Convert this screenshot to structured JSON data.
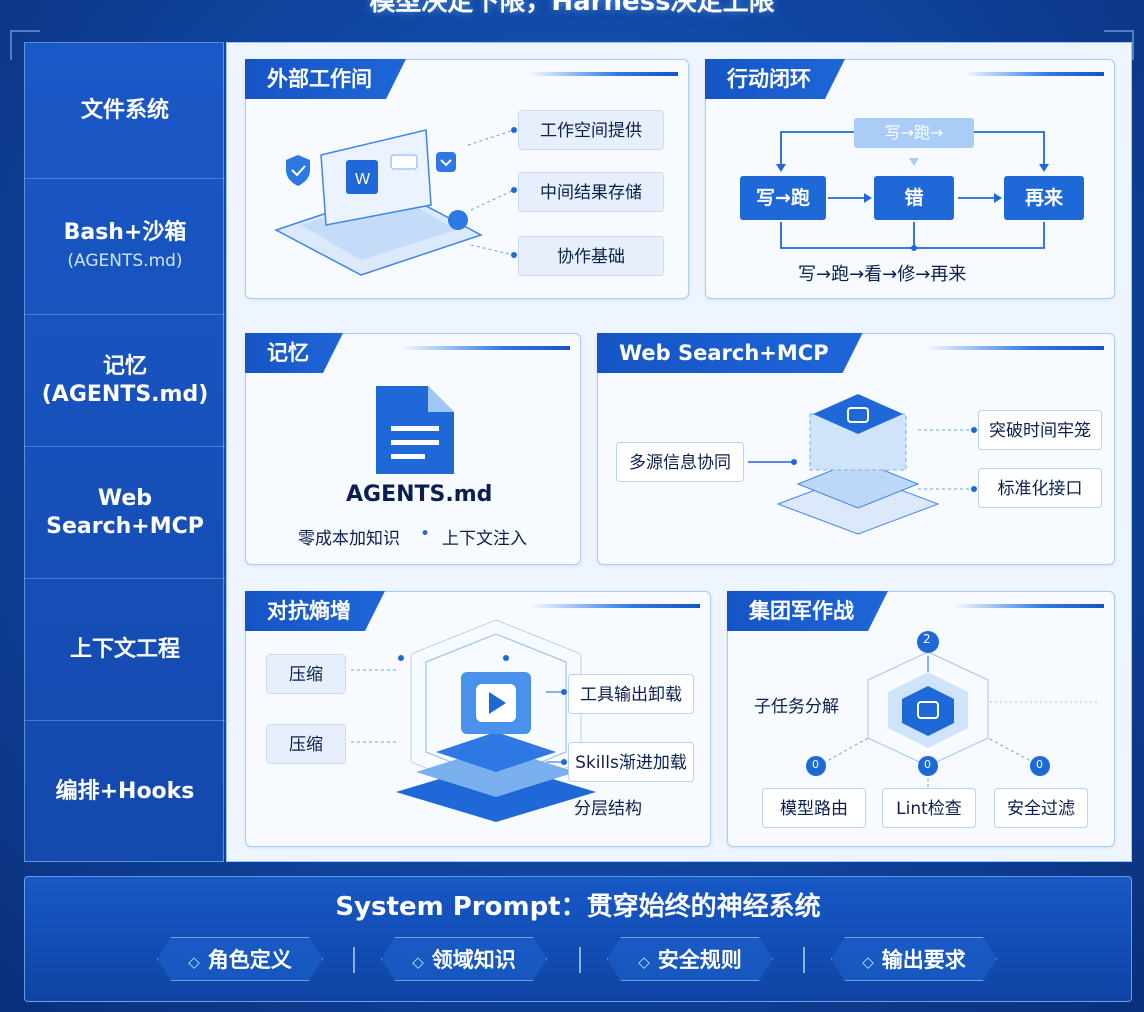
{
  "header": {
    "title": "模型决定下限，Harness决定上限"
  },
  "sidebar": {
    "items": [
      {
        "label": "文件系统",
        "sub": ""
      },
      {
        "label": "Bash+沙箱",
        "sub": "(AGENTS.md)"
      },
      {
        "label": "记忆",
        "sub": "(AGENTS.md)"
      },
      {
        "label": "Web\nSearch+MCP",
        "sub": ""
      },
      {
        "label": "上下文工程",
        "sub": ""
      },
      {
        "label": "编排+Hooks",
        "sub": ""
      }
    ]
  },
  "cards": {
    "workspace": {
      "title": "外部工作间",
      "items": [
        "工作空间提供",
        "中间结果存储",
        "协作基础"
      ]
    },
    "loop": {
      "title": "行动闭环",
      "top_label": "写→跑→",
      "boxes": [
        "写→跑",
        "错",
        "再来"
      ],
      "caption": "写→跑→看→修→再来"
    },
    "memory": {
      "title": "记忆",
      "doc_name": "AGENTS.md",
      "caption_left": "零成本加知识",
      "caption_dot": "•",
      "caption_right": "上下文注入"
    },
    "websearch": {
      "title": "Web Search+MCP",
      "left_label": "多源信息协同",
      "right_items": [
        "突破时间牢笼",
        "标准化接口"
      ]
    },
    "entropy": {
      "title": "对抗熵增",
      "left_items": [
        "压缩",
        "压缩"
      ],
      "right_items": [
        "工具输出卸载",
        "Skills渐进加载"
      ],
      "caption": "分层结构"
    },
    "army": {
      "title": "集团军作战",
      "label": "子任务分解",
      "node_top": "2",
      "node_badges": [
        "0",
        "0",
        "0"
      ],
      "bottom_items": [
        "模型路由",
        "Lint检查",
        "安全过滤"
      ]
    }
  },
  "bottom": {
    "title": "System Prompt：贯穿始终的神经系统",
    "tags": [
      "角色定义",
      "领域知识",
      "安全规则",
      "输出要求"
    ],
    "tag_marker": "◇"
  },
  "colors": {
    "primary": "#1f68d8",
    "dark": "#114aa8",
    "panel": "#eef5ff"
  }
}
